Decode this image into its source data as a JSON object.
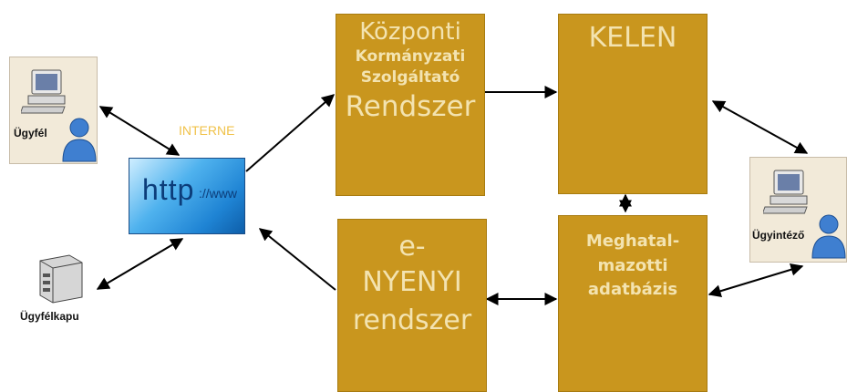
{
  "diagram": {
    "internet_label": "INTERNE",
    "http_main": "http",
    "http_rest": "://www",
    "ugyfel_label": "Ügyfél",
    "ugyfelkapu_label": "Ügyfélkapu",
    "ugyintezo_label": "Ügyintéző",
    "kozponti": {
      "line1": "Központi",
      "line2": "Kormányzati",
      "line3": "Szolgáltató",
      "line4": "Rendszer"
    },
    "kelen": "KELEN",
    "enyenyi": {
      "line1": "e-",
      "line2": "NYENYI",
      "line3": "rendszer"
    },
    "meghatal": {
      "line1": "Meghatal-",
      "line2": "mazotti",
      "line3": "adatbázis"
    }
  },
  "colors": {
    "box_fill": "#c9961e",
    "box_text": "#f3e3b0",
    "internet_label": "#f0c24a",
    "actor_bg": "#f2ead9",
    "arrow": "#000000"
  }
}
